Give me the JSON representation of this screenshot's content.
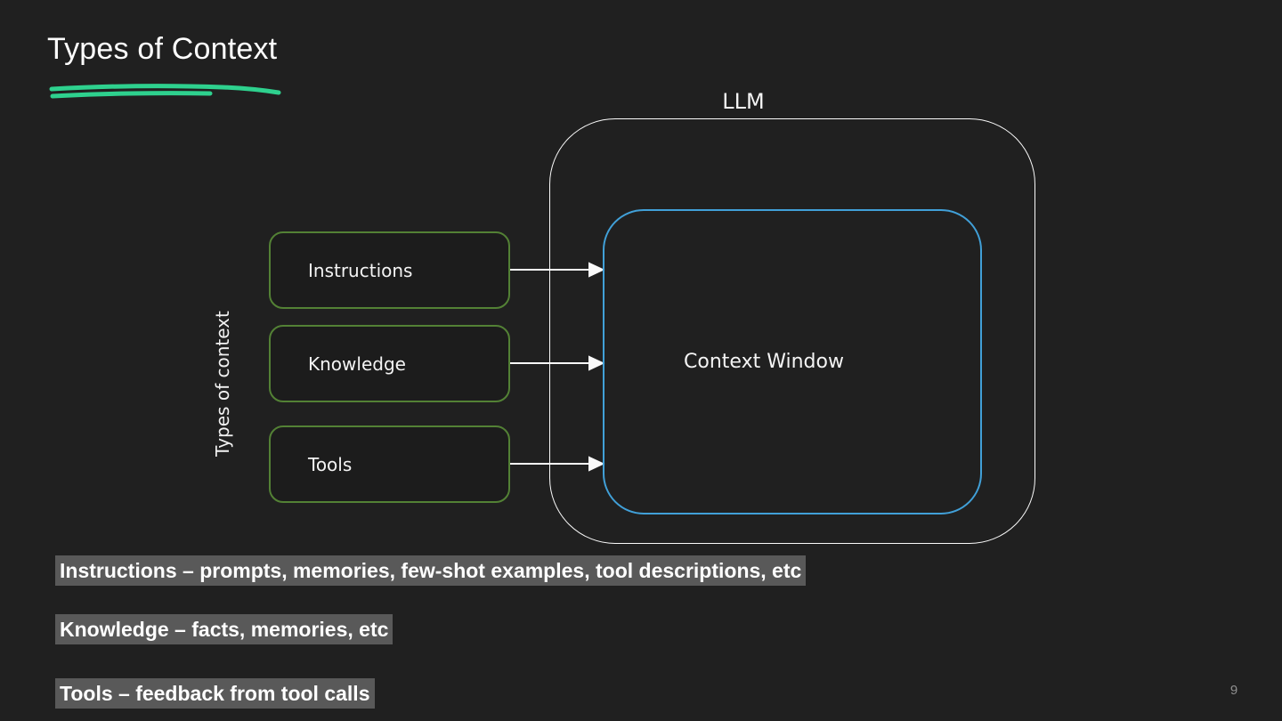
{
  "slide": {
    "title": "Types of Context",
    "page_number": "9"
  },
  "diagram": {
    "axis_label": "Types of context",
    "llm_label": "LLM",
    "context_window_label": "Context Window",
    "boxes": [
      {
        "label": "Instructions"
      },
      {
        "label": "Knowledge"
      },
      {
        "label": "Tools"
      }
    ]
  },
  "notes": [
    {
      "text": "Instructions – prompts, memories, few-shot examples, tool descriptions, etc"
    },
    {
      "text": "Knowledge – facts, memories, etc"
    },
    {
      "text": "Tools – feedback from tool calls"
    }
  ],
  "colors": {
    "background": "#202020",
    "accent_green": "#538135",
    "accent_blue": "#41a0d8",
    "scribble_green": "#2ed18e",
    "highlight_gray": "#595959",
    "text_white": "#ffffff",
    "page_gray": "#8f8f8f"
  }
}
